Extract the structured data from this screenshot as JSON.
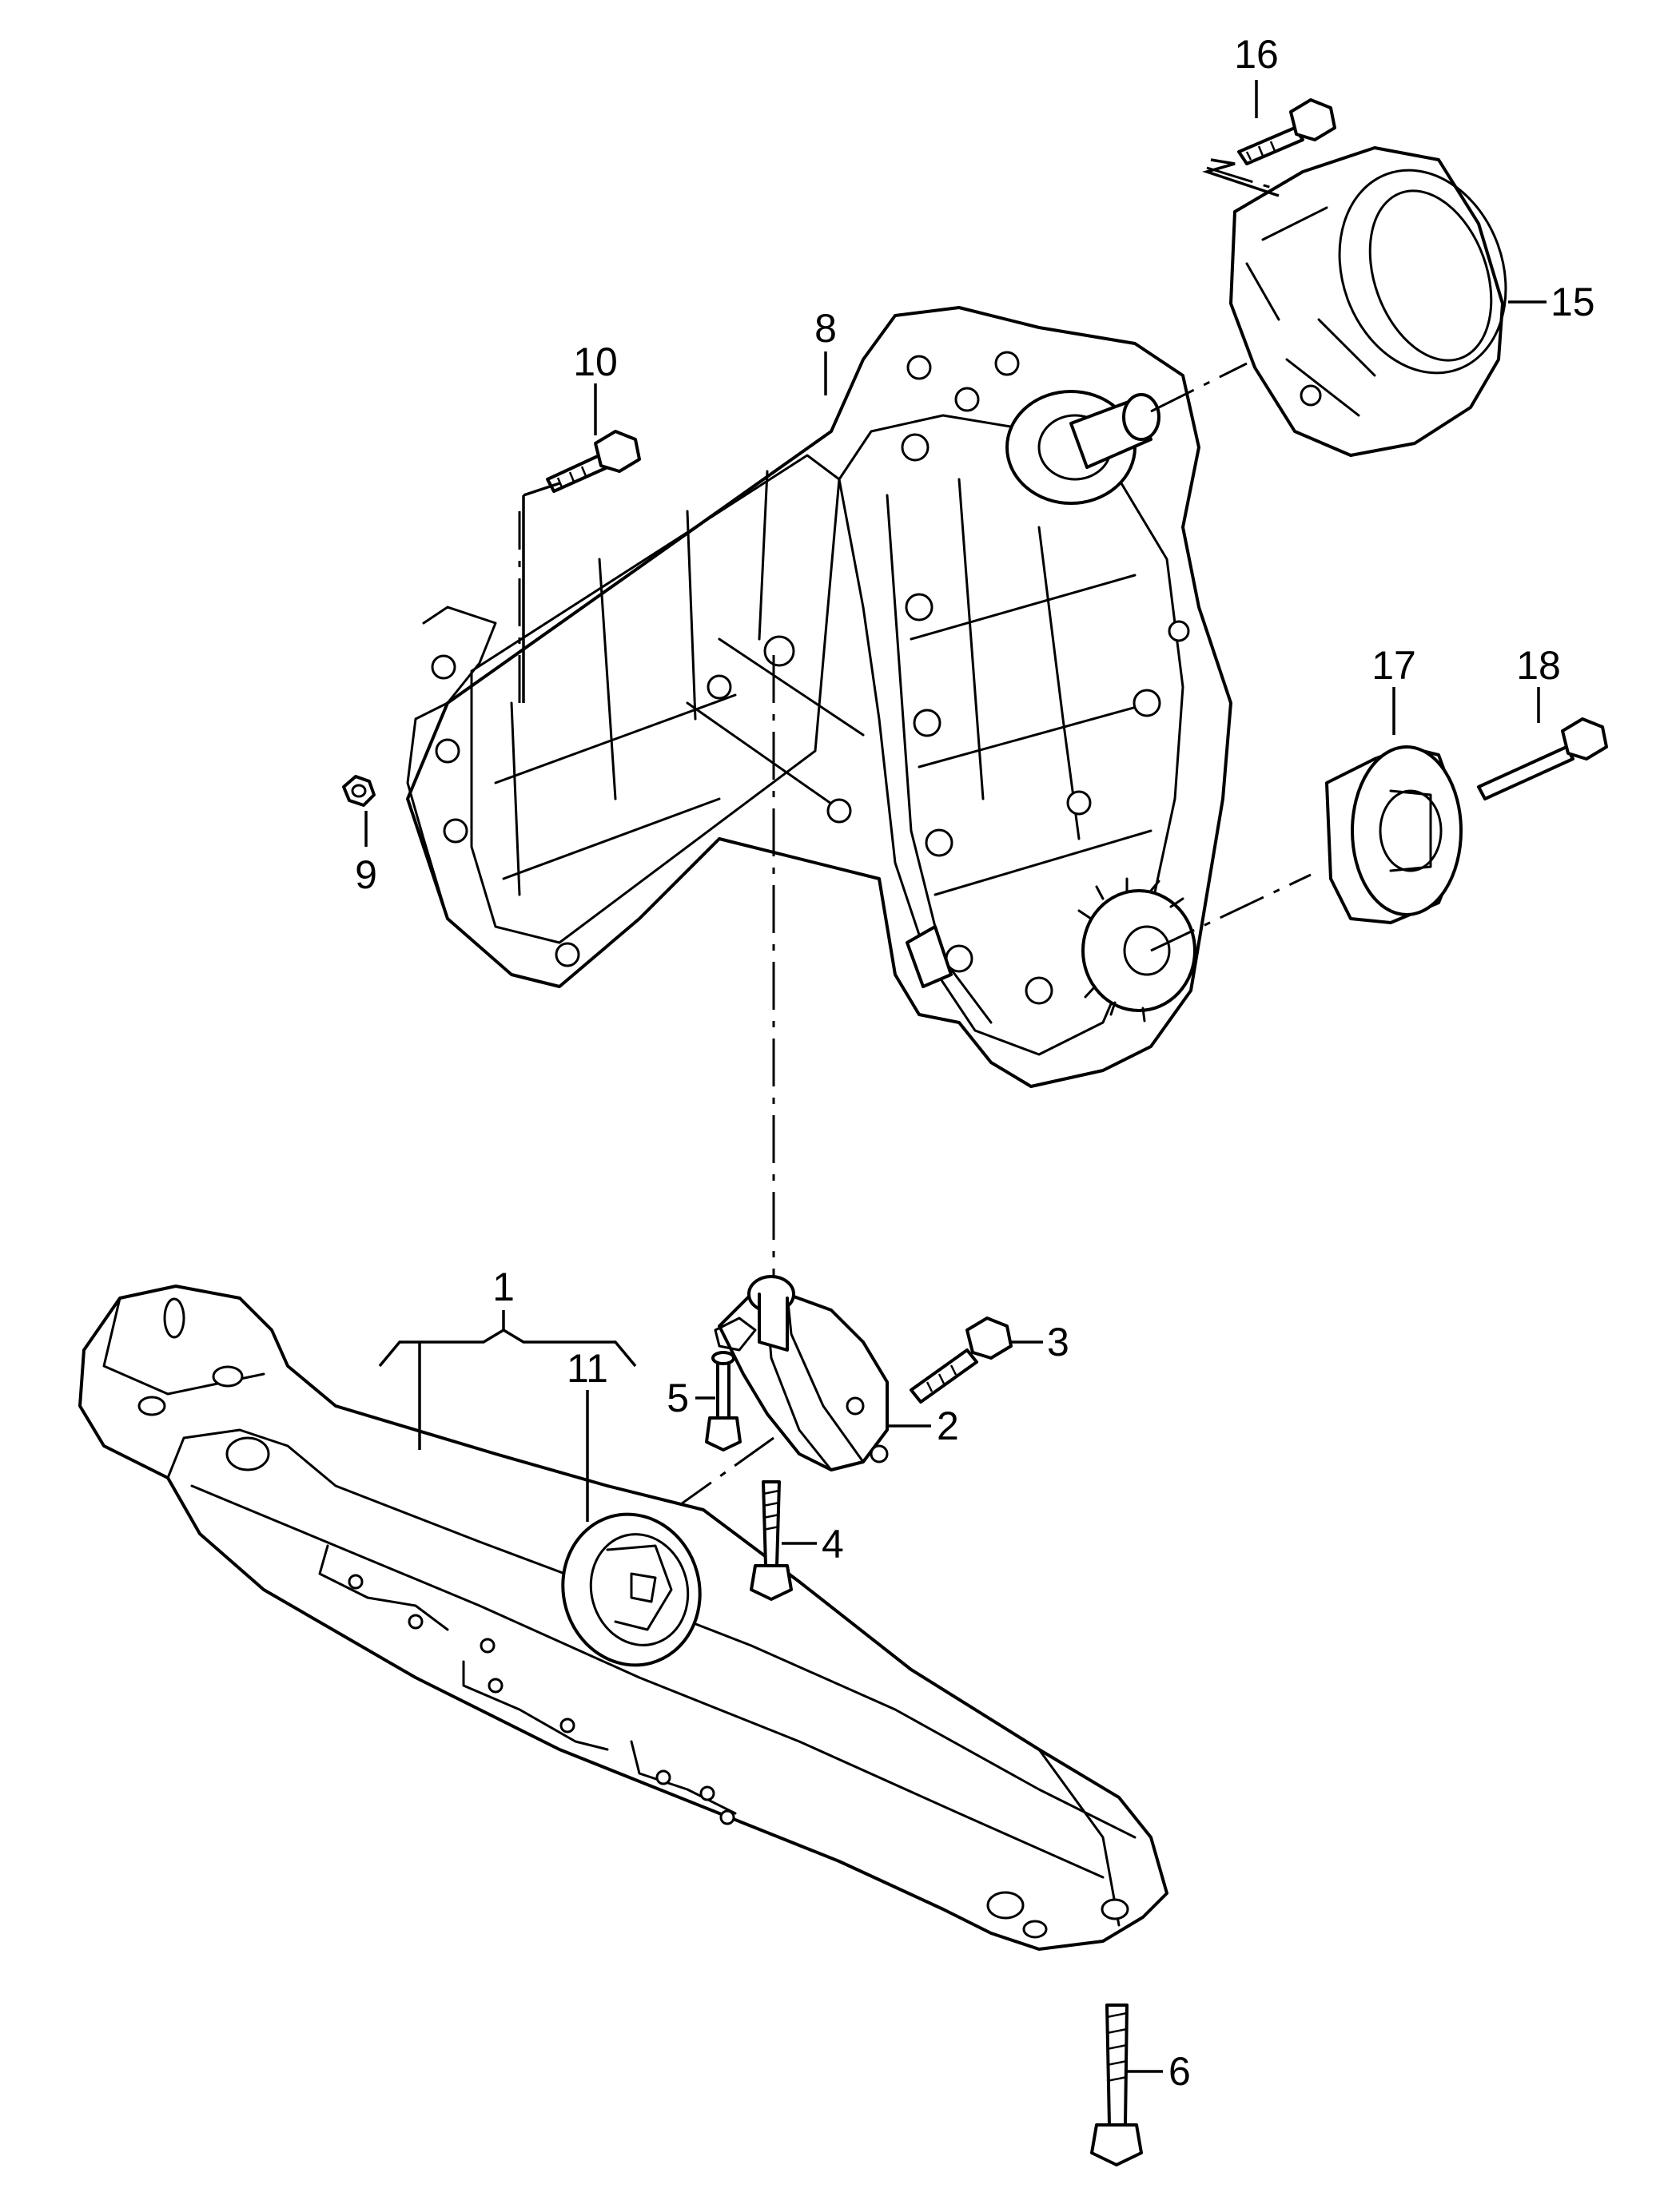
{
  "callouts": {
    "c1": "1",
    "c2": "2",
    "c3": "3",
    "c4": "4",
    "c5": "5",
    "c6": "6",
    "c8": "8",
    "c9": "9",
    "c10": "10",
    "c11": "11",
    "c15": "15",
    "c16": "16",
    "c17": "17",
    "c18": "18"
  }
}
